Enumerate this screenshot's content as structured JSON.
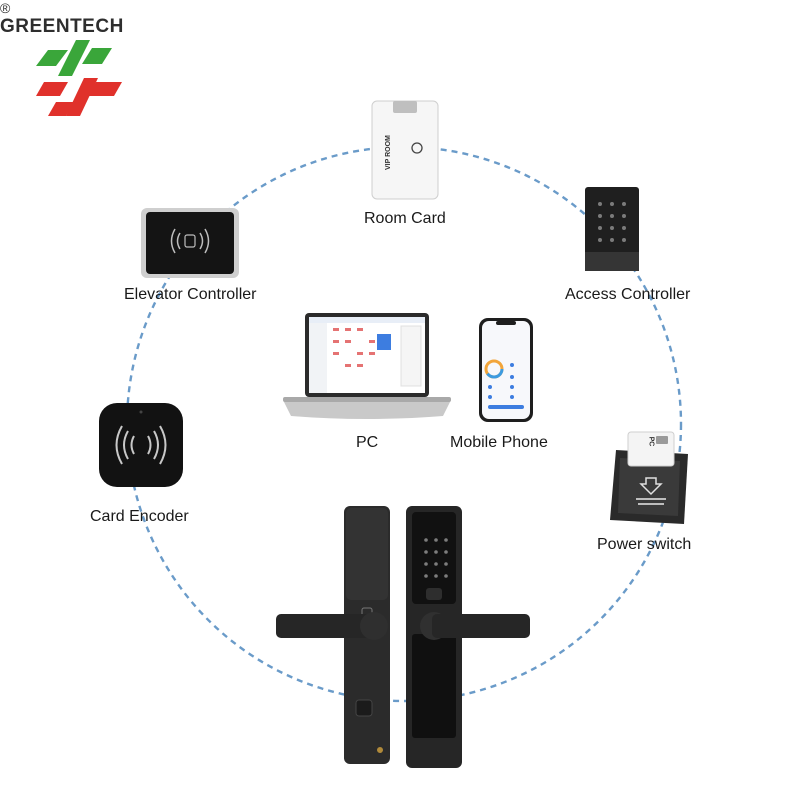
{
  "brand": {
    "name": "GREENTECH",
    "registered_mark": "®",
    "colors": {
      "green": "#3aa63a",
      "red": "#e0312b"
    }
  },
  "diagram": {
    "ring_color": "#6a9bc9",
    "nodes": [
      {
        "id": "room-card",
        "label": "Room Card",
        "card_text": "VIP ROOM"
      },
      {
        "id": "access-controller",
        "label": "Access Controller"
      },
      {
        "id": "elevator-controller",
        "label": "Elevator Controller"
      },
      {
        "id": "card-encoder",
        "label": "Card Encoder"
      },
      {
        "id": "power-switch",
        "label": "Power switch",
        "card_text": "PC"
      },
      {
        "id": "pc",
        "label": "PC"
      },
      {
        "id": "mobile-phone",
        "label": "Mobile Phone"
      },
      {
        "id": "smart-lock",
        "label": ""
      }
    ]
  }
}
